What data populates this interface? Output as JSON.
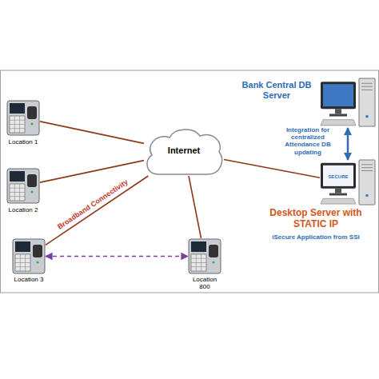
{
  "diagram": {
    "nodes": [
      {
        "text": [
          "Bank Central DB Server"
        ]
      },
      {
        "text": [
          "Location 1"
        ]
      },
      {
        "text": [
          "Internet"
        ]
      },
      {
        "text": [
          "Desktop Server with STATIC IP",
          "iSecure Application from SSI"
        ]
      },
      {
        "text": [
          "Location 2"
        ]
      },
      {
        "text": [
          "Location 3"
        ]
      },
      {
        "text": [
          "Location 800"
        ]
      }
    ],
    "edges": [
      {
        "from": 0,
        "to": 3,
        "arrow": "both",
        "label": "Integration for centralized Attendance DB updating"
      },
      {
        "from": 1,
        "to": 2,
        "arrow": "none"
      },
      {
        "from": 4,
        "to": 2,
        "arrow": "none"
      },
      {
        "from": 5,
        "to": 2,
        "arrow": "none",
        "label": "Broadband Connectivity"
      },
      {
        "from": 6,
        "to": 2,
        "arrow": "none"
      },
      {
        "from": 2,
        "to": 3,
        "arrow": "none"
      },
      {
        "from": 5,
        "to": 6,
        "arrow": "both"
      }
    ],
    "labels": [
      "SECURE"
    ]
  }
}
